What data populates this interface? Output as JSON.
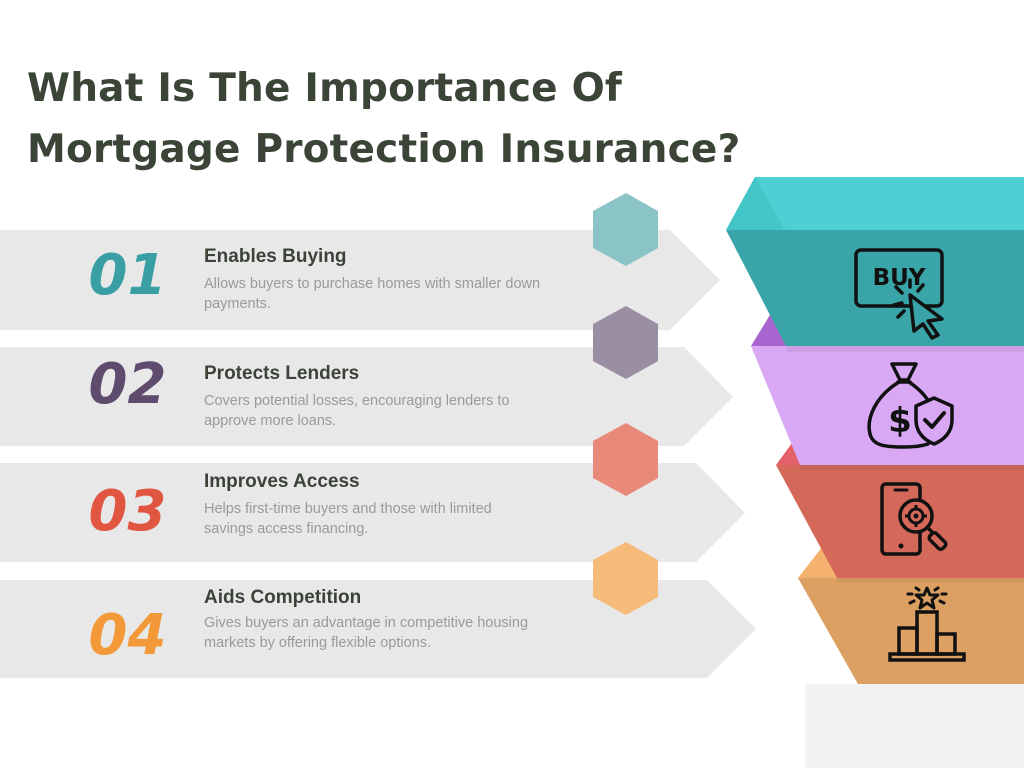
{
  "title": {
    "line1": "What Is The Importance Of",
    "line2": "Mortgage Protection Insurance?"
  },
  "items": [
    {
      "number": "01",
      "heading": "Enables Buying",
      "description": "Allows buyers to purchase homes with smaller down payments.",
      "color": "#3a9ea5",
      "icon": "buy-click-icon",
      "icon_text": "BUY"
    },
    {
      "number": "02",
      "heading": "Protects Lenders",
      "description": "Covers potential losses, encouraging lenders to approve more loans.",
      "color": "#5e4b6d",
      "icon": "money-bag-shield-icon"
    },
    {
      "number": "03",
      "heading": "Improves Access",
      "description": "Helps first-time buyers and those with limited savings access financing.",
      "color": "#e05640",
      "icon": "phone-search-icon"
    },
    {
      "number": "04",
      "heading": "Aids Competition",
      "description": "Gives buyers an advantage in competitive housing markets by offering flexible options.",
      "color": "#f4993a",
      "icon": "podium-star-icon"
    }
  ],
  "colors": {
    "title": "#3a4437",
    "band": "#e8e8e8",
    "teal": "#3aa5a8",
    "purple": "#d9a8f5",
    "red": "#d4695a",
    "orange": "#dca063"
  }
}
